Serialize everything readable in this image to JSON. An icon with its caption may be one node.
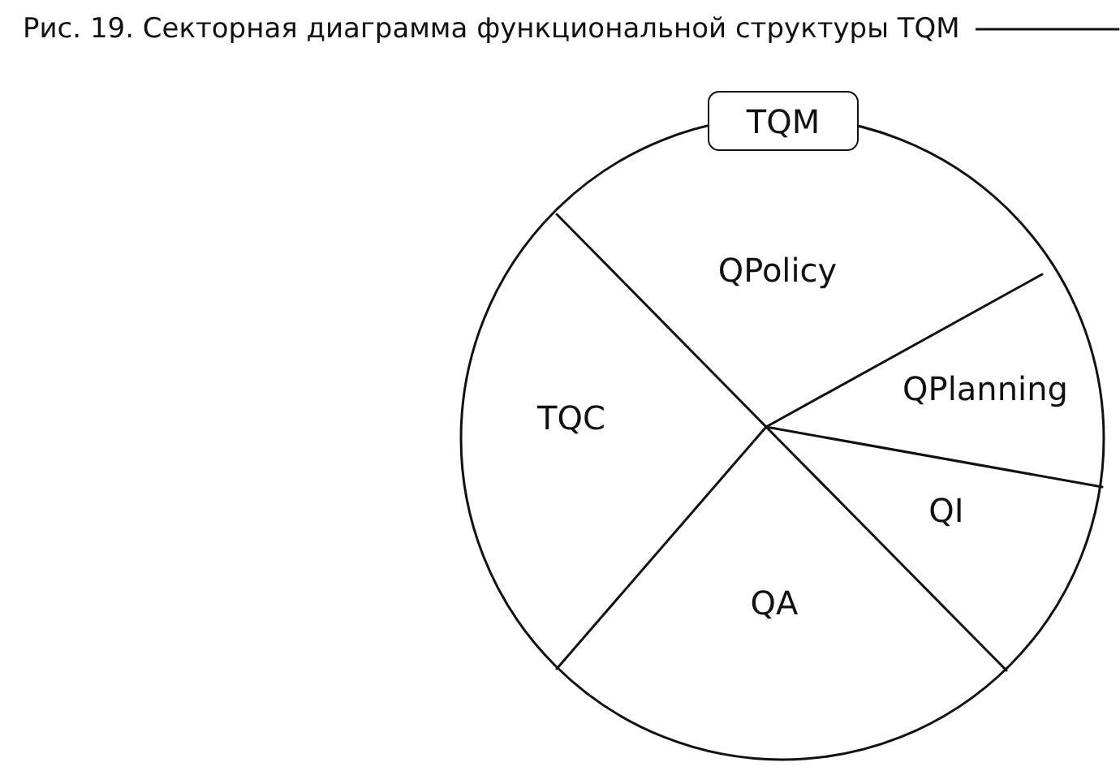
{
  "diagram": {
    "title": "Рис. 19. Секторная диаграмма функциональной структуры TQM",
    "nodes": [
      {
        "text": [
          "TQM"
        ]
      },
      {
        "text": [
          "QPolicy",
          "QPlanning",
          "QI",
          "QA",
          "TQC"
        ]
      }
    ]
  }
}
